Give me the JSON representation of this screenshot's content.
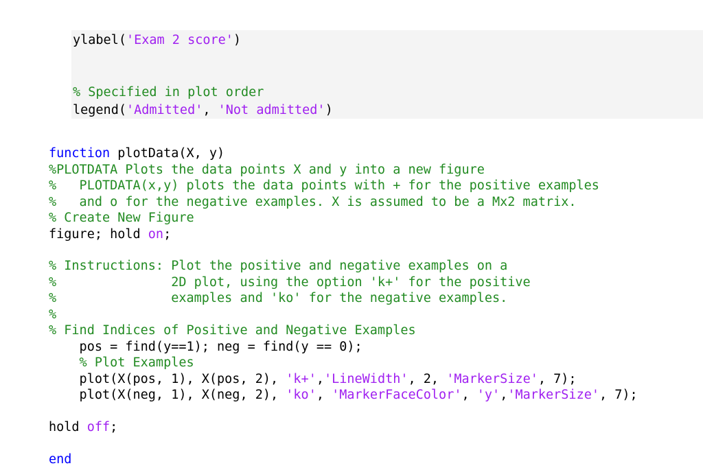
{
  "colors": {
    "background": "#ffffff",
    "panel_background": "#f4f4f4",
    "text": "#000000",
    "string": "#a020f0",
    "comment": "#228b22",
    "keyword": "#0000ff"
  },
  "top_snippet": {
    "line1": {
      "pre": "ylabel(",
      "str": "'Exam 2 score'",
      "post": ")"
    },
    "line2": {
      "comment": "% Specified in plot order"
    },
    "line3": {
      "pre": "legend(",
      "str1": "'Admitted'",
      "mid": ", ",
      "str2": "'Not admitted'",
      "post": ")"
    }
  },
  "code": {
    "l01": {
      "kw": "function",
      "rest": " plotData(X, y)"
    },
    "l02": {
      "comment": "%PLOTDATA Plots the data points X and y into a new figure"
    },
    "l03": {
      "comment": "%   PLOTDATA(x,y) plots the data points with + for the positive examples"
    },
    "l04": {
      "comment": "%   and o for the negative examples. X is assumed to be a Mx2 matrix."
    },
    "l05": {
      "comment": "% Create New Figure"
    },
    "l06": {
      "pre": "figure; hold ",
      "str": "on",
      "post": ";"
    },
    "l07": {
      "comment": "% Instructions: Plot the positive and negative examples on a"
    },
    "l08": {
      "comment": "%               2D plot, using the option 'k+' for the positive"
    },
    "l09": {
      "comment": "%               examples and 'ko' for the negative examples."
    },
    "l10": {
      "comment": "%"
    },
    "l11": {
      "comment": "% Find Indices of Positive and Negative Examples"
    },
    "l12": {
      "text": "    pos = find(y==1); neg = find(y == 0);"
    },
    "l13": {
      "comment": "    % Plot Examples"
    },
    "l14": {
      "t1": "    plot(X(pos, 1), X(pos, 2), ",
      "s1": "'k+'",
      "t2": ",",
      "s2": "'LineWidth'",
      "t3": ", 2, ",
      "s3": "'MarkerSize'",
      "t4": ", 7);"
    },
    "l15": {
      "t1": "    plot(X(neg, 1), X(neg, 2), ",
      "s1": "'ko'",
      "t2": ", ",
      "s2": "'MarkerFaceColor'",
      "t3": ", ",
      "s3": "'y'",
      "t4": ",",
      "s4": "'MarkerSize'",
      "t5": ", 7);"
    },
    "l16": {
      "pre": "hold ",
      "str": "off",
      "post": ";"
    },
    "l17": {
      "kw": "end"
    }
  }
}
